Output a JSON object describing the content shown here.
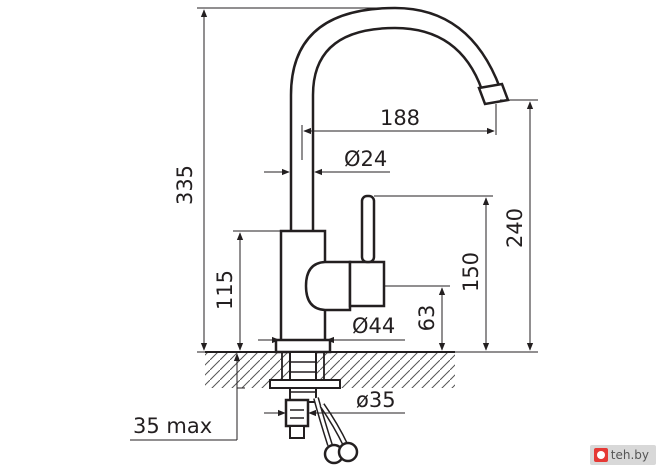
{
  "dimensions": {
    "overall_height": "335",
    "spout_reach": "188",
    "tube_diameter": "Ø24",
    "spout_height": "240",
    "handle_height": "150",
    "body_height": "115",
    "handle_base_height": "63",
    "body_diameter": "Ø44",
    "thread_diameter": "ø35",
    "max_counter_thickness": "35 max"
  },
  "watermark": {
    "text": "teh.by"
  }
}
